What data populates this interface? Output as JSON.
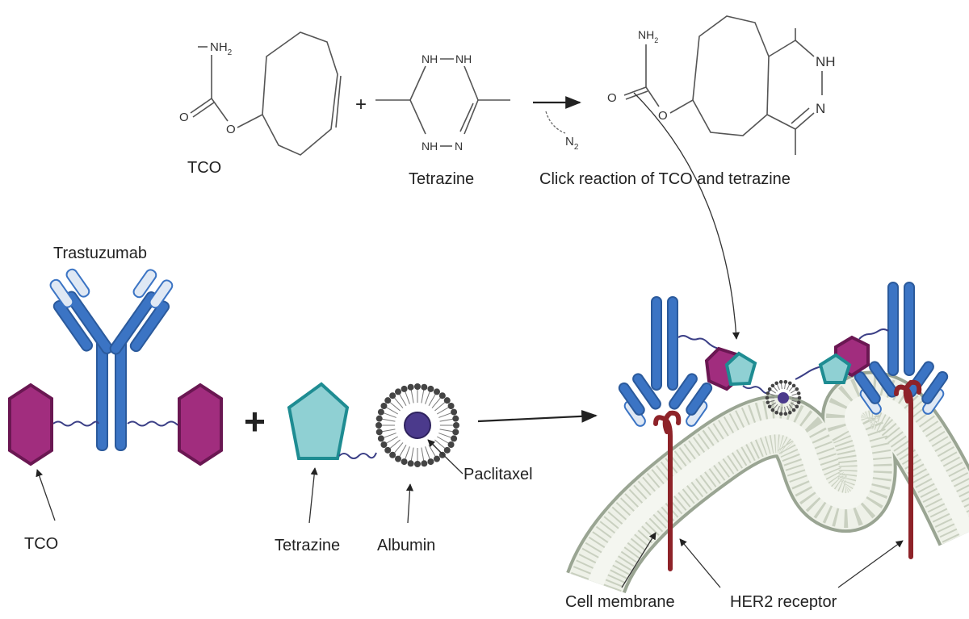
{
  "reaction": {
    "tco_label": "TCO",
    "tetrazine_label": "Tetrazine",
    "product_label": "Click reaction of TCO and tetrazine",
    "plus": "+",
    "tco_nh2": "NH",
    "tco_nh2_sub": "2",
    "tco_o_carbonyl": "O",
    "tco_o_ester": "O",
    "tz_nh_top_left": "NH",
    "tz_nh_top_right": "NH",
    "tz_nh_bottom": "NH",
    "tz_n_bottom": "N",
    "n2_text": "N",
    "n2_sub": "2",
    "prod_nh2": "NH",
    "prod_nh2_sub": "2",
    "prod_o_carbonyl": "O",
    "prod_o_ester": "O",
    "prod_nh": "NH",
    "prod_n": "N"
  },
  "components": {
    "trastuzumab_label": "Trastuzumab",
    "tco_label": "TCO",
    "plus": "+",
    "tetrazine_label": "Tetrazine",
    "albumin_label": "Albumin",
    "paclitaxel_label": "Paclitaxel"
  },
  "cell": {
    "membrane_label": "Cell membrane",
    "receptor_label": "HER2 receptor"
  },
  "colors": {
    "antibody_blue": "#3b74c4",
    "tco_magenta": "#a12d7e",
    "tetrazine_teal": "#8fd0d3",
    "paclitaxel_purple": "#4b3a8c",
    "her2_red": "#8e2329",
    "membrane_green": "#dfe5d6"
  }
}
